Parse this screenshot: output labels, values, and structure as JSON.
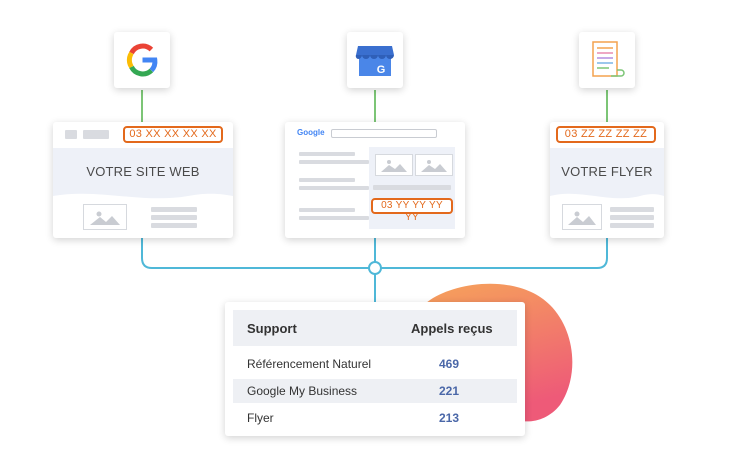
{
  "sources": {
    "website": {
      "phone": "03 XX XX XX  XX",
      "title": "VOTRE SITE WEB"
    },
    "google_business": {
      "search_logo": "Google",
      "phone": "03 YY YY YY YY"
    },
    "flyer": {
      "phone": "03 ZZ ZZ ZZ ZZ",
      "title": "VOTRE FLYER"
    }
  },
  "icons": [
    "google-g-icon",
    "google-my-business-icon",
    "flyer-document-icon"
  ],
  "table": {
    "headers": [
      "Support",
      "Appels reçus"
    ],
    "rows": [
      {
        "support": "Référencement Naturel",
        "calls": "469"
      },
      {
        "support": "Google My Business",
        "calls": "221"
      },
      {
        "support": "Flyer",
        "calls": "213"
      }
    ]
  },
  "colors": {
    "connector": "#4fb8d8",
    "icon_link": "#7cc576",
    "phone": "#e3691c",
    "calls": "#4a67a8"
  }
}
